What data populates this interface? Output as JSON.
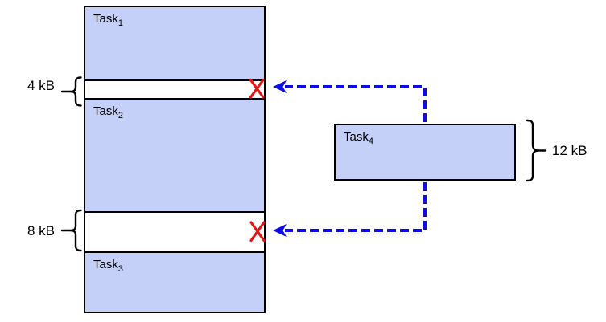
{
  "colors": {
    "background": "#ffffff",
    "block_fill": "#c4d0f7",
    "block_border": "#000000",
    "arrow_blue": "#0d0de8",
    "reject_red": "#e81414",
    "text": "#000000"
  },
  "memory_map": {
    "task1": {
      "base": "Task",
      "sub": "1"
    },
    "task2": {
      "base": "Task",
      "sub": "2"
    },
    "task3": {
      "base": "Task",
      "sub": "3"
    },
    "gap_top": {
      "label": "4 kB"
    },
    "gap_bottom": {
      "label": "8 kB"
    }
  },
  "incoming_task": {
    "base": "Task",
    "sub": "4",
    "size_label": "12 kB"
  }
}
